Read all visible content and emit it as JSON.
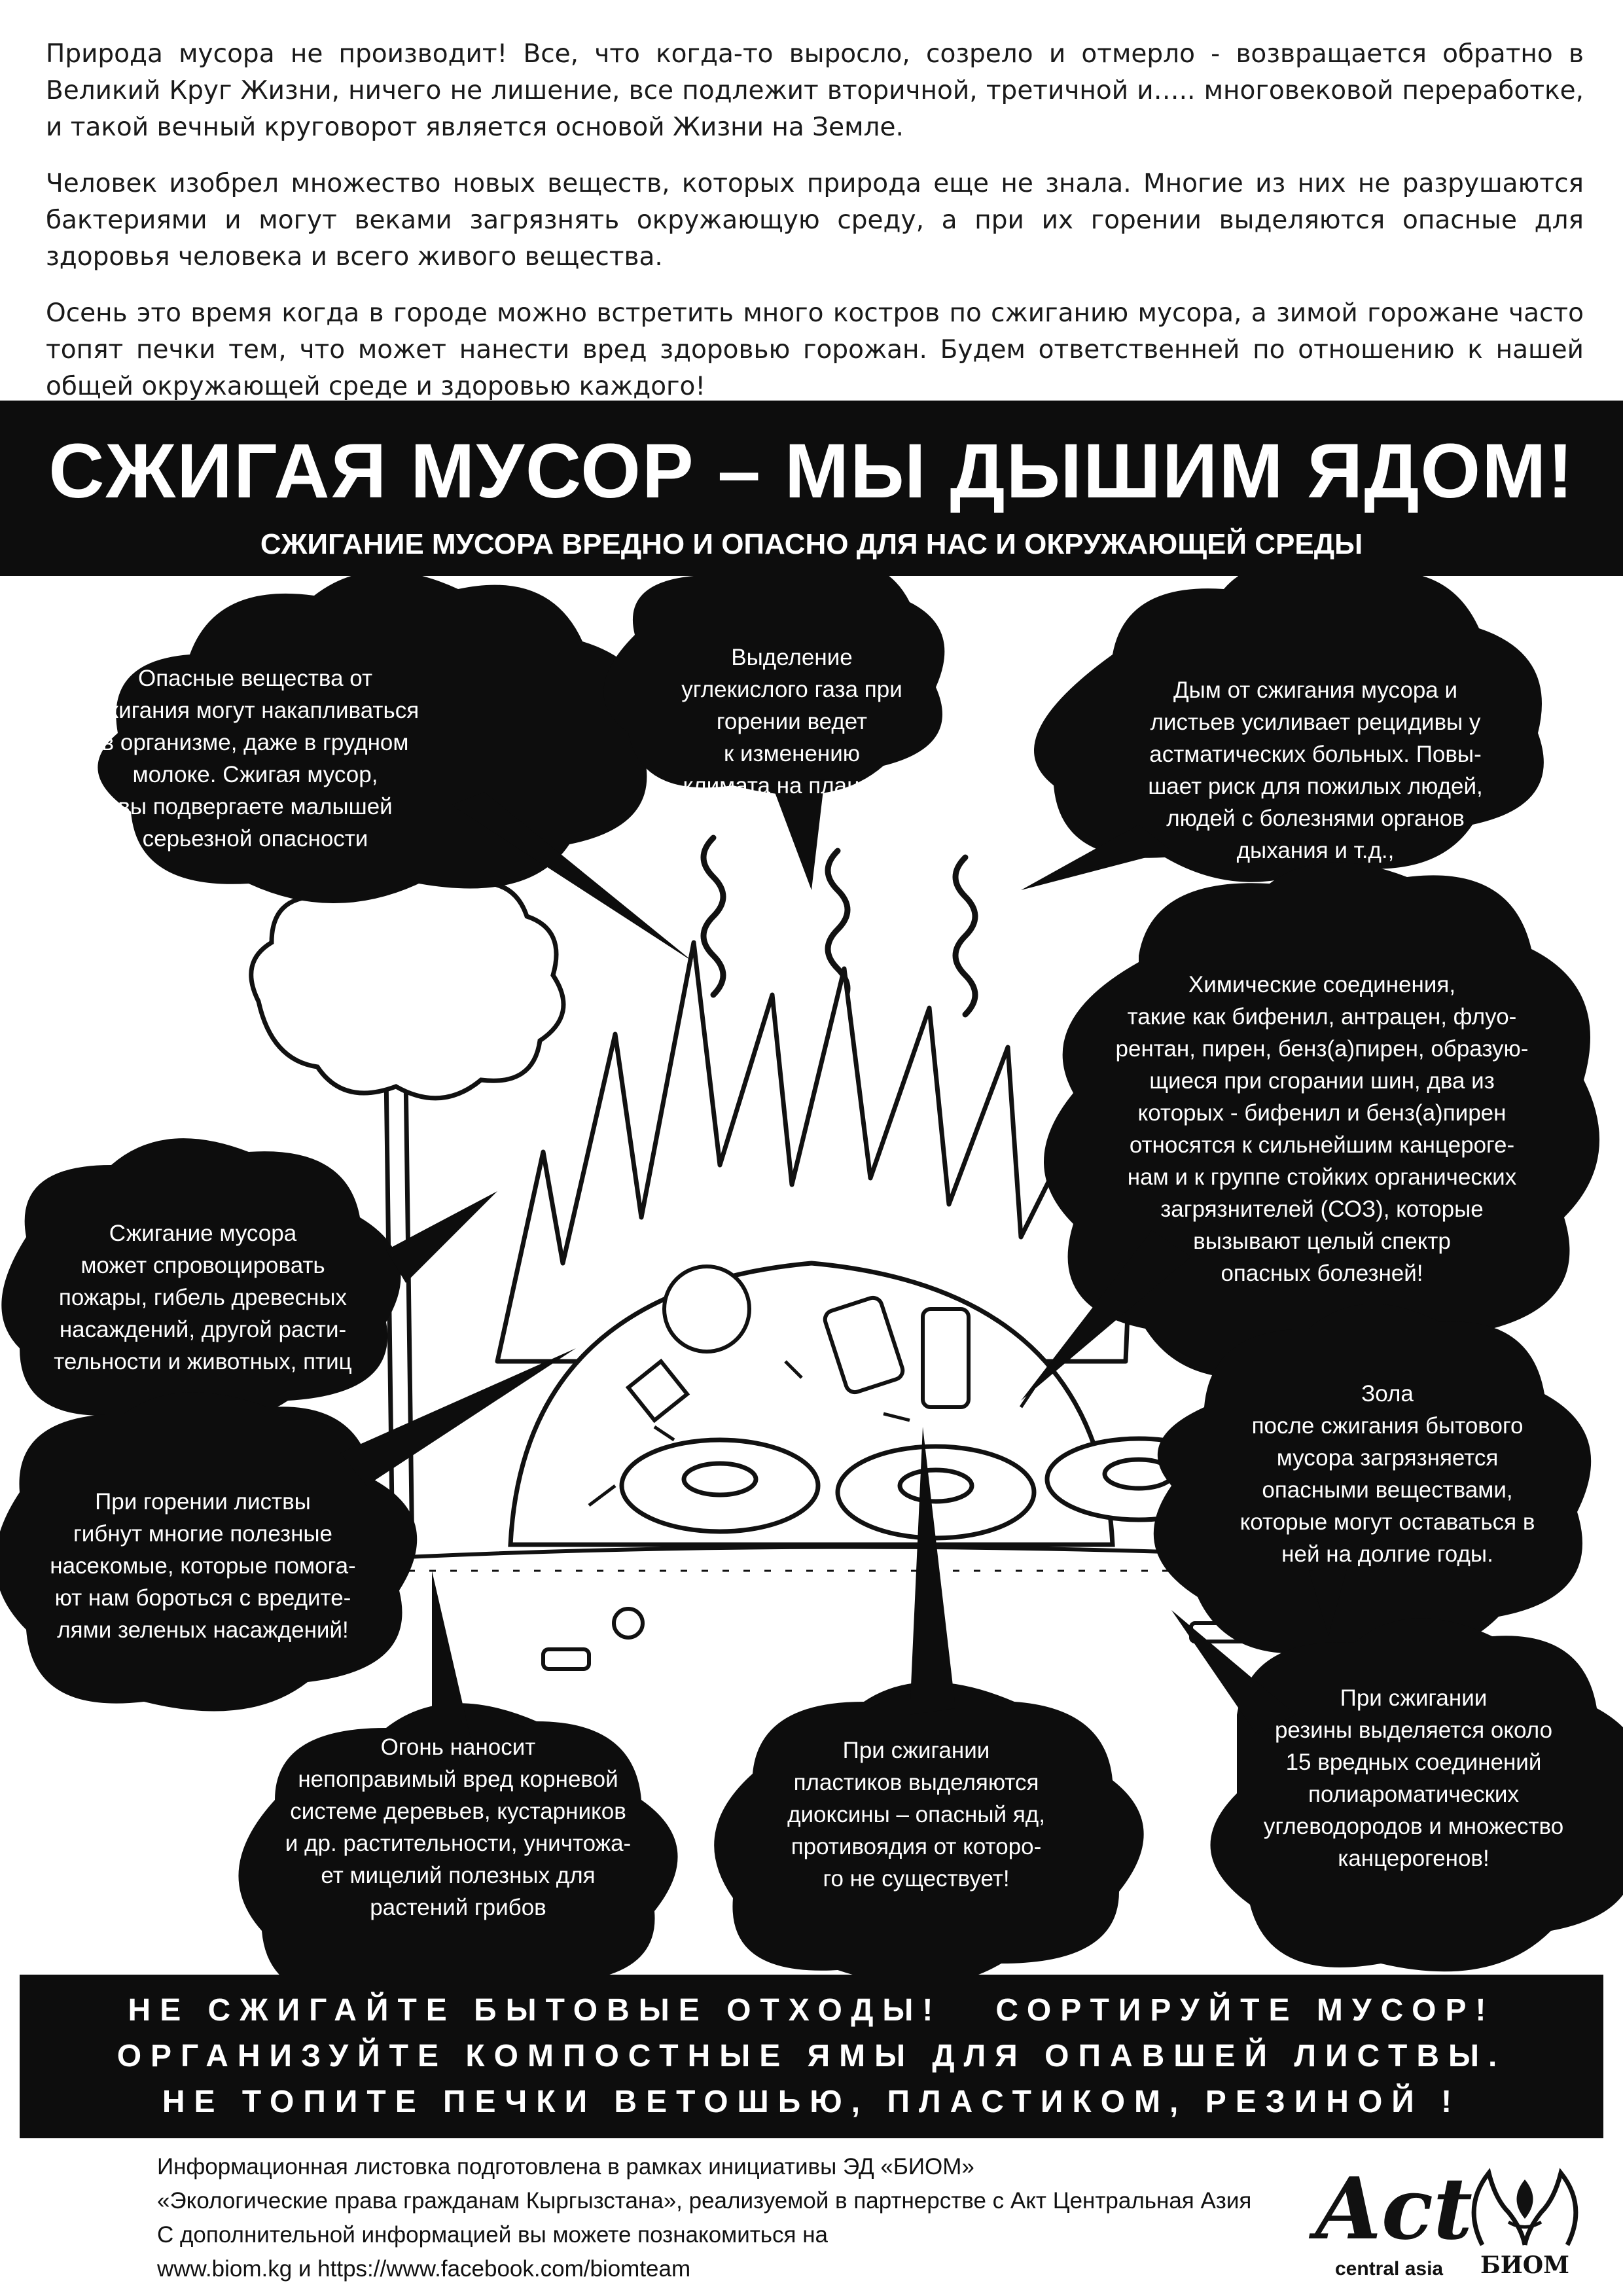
{
  "intro": {
    "paragraphs": [
      "Природа мусора не производит! Все, что когда-то выросло, созрело и отмерло - возвращается обратно в Великий Круг Жизни, ничего не лишение, все подлежит вторичной, третичной и….. многовековой переработке, и такой вечный круговорот является основой Жизни на Земле.",
      "Человек изобрел множество новых веществ, которых природа еще не знала. Многие из них не разрушаются бактериями и могут веками загрязнять окружающую среду, а при их горении выделяются опасные для здоровья человека и всего живого вещества.",
      "Осень это время когда в городе можно встретить много костров по сжиганию мусора, а зимой горожане часто топят печки тем, что может нанести вред здоровью горожан. Будем ответственней по отношению к нашей общей окружающей среде и здоровью каждого!"
    ]
  },
  "banner": {
    "title": "СЖИГАЯ МУСОР – МЫ ДЫШИМ ЯДОМ!",
    "subtitle": "СЖИГАНИЕ МУСОРА ВРЕДНО И ОПАСНО ДЛЯ НАС И ОКРУЖАЮЩЕЙ СРЕДЫ"
  },
  "bubbles": {
    "breast_milk": "Опасные вещества от\nсжигания могут накапливаться\nв организме, даже в грудном\nмолоке. Сжигая мусор,\nвы подвергаете малышей\nсерьезной опасности",
    "co2": "Выделение\nуглекислого газа при\nгорении ведет\nк изменению\nклимата на планете!",
    "asthma": "Дым от сжигания мусора и\nлистьев усиливает рецидивы у\nастматических  больных. Повы-\nшает риск для пожилых людей,\nлюдей с болезнями органов\nдыхания и т.д.,",
    "chemicals": "Химические соединения,\nтакие как бифенил, антрацен, флуо-\nрентан, пирен, бенз(а)пирен, образую-\nщиеся при сгорании шин, два из\nкоторых - бифенил и бенз(а)пирен\nотносятся к сильнейшим канцероге-\nнам и к группе стойких органических\nзагрязнителей (СОЗ), которые\nвызывают целый спектр\nопасных болезней!",
    "fires": "Сжигание мусора\nможет спровоцировать\nпожары, гибель древесных\nнасаждений, другой расти-\nтельности и животных, птиц",
    "ash": "Зола\nпосле сжигания бытового\nмусора загрязняется\nопасными веществами,\nкоторые могут оставаться в\nней на долгие годы.",
    "insects": "При горении листвы\nгибнут многие полезные\nнасекомые, которые помога-\nют нам бороться с вредите-\nлями зеленых насаждений!",
    "rubber": "При сжигании\nрезины выделяется около\n15 вредных соединений\nполиароматических\nуглеводородов и множество\nканцерогенов!",
    "roots": "Огонь наносит\nнепоправимый вред корневой\nсистеме деревьев, кустарников\nи др. растительности, уничтожа-\nет мицелий полезных для\nрастений грибов",
    "plastics": "При сжигании\nпластиков выделяются\nдиоксины – опасный яд,\nпротивоядия от которо-\nго   не существует!"
  },
  "footer": {
    "lines": [
      "НЕ СЖИГАЙТЕ БЫТОВЫЕ ОТХОДЫ!   СОРТИРУЙТЕ МУСОР!",
      "ОРГАНИЗУЙТЕ КОМПОСТНЫЕ ЯМЫ ДЛЯ ОПАВШЕЙ ЛИСТВЫ.",
      "НЕ ТОПИТЕ ПЕЧКИ ВЕТОШЬЮ, ПЛАСТИКОМ, РЕЗИНОЙ !"
    ]
  },
  "credits": {
    "lines": [
      "Информационная листовка подготовлена в рамках инициативы ЭД «БИОМ»",
      "«Экологические права гражданам Кыргызстана», реализуемой в партнерстве с Акт Центральная Азия",
      "С дополнительной информацией вы можете познакомиться на",
      "www.biom.kg и https://www.facebook.com/biomteam"
    ]
  },
  "logos": {
    "act_mark": "Act",
    "act_sub": "central asia",
    "biom_sub": "БИОМ"
  },
  "colors": {
    "ink": "#0d0d0d",
    "paper": "#ffffff"
  }
}
